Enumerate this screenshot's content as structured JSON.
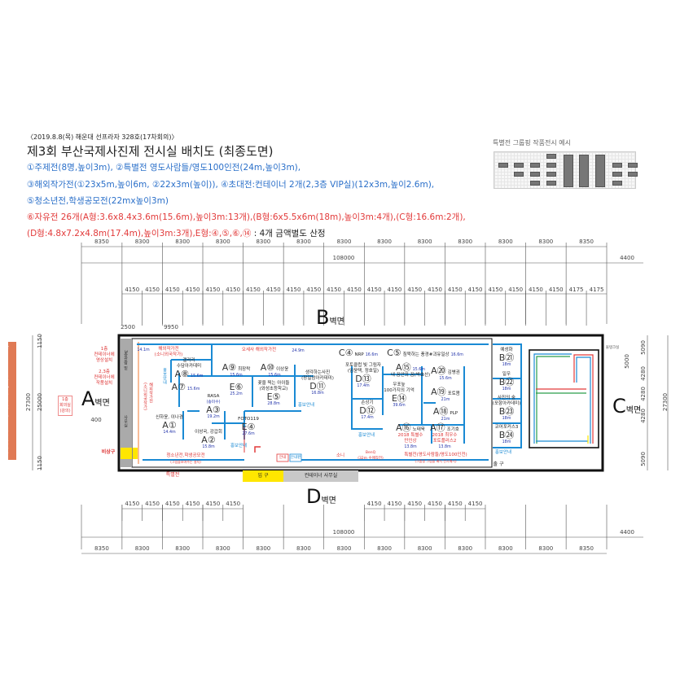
{
  "header": {
    "date": "〈2019.8.8(목) 해운대 선프라자 328호(17차회의)〉",
    "title": "제3회 부산국제사진제 전시실 배치도 (최종도면)",
    "lines": [
      "①주제전(8명,높이3m), ②특별전 영도사람들/영도100인전(24m,높이3m),",
      "③해외작가전(①23x5m,높이6m, ②22x3m(높이)), ④초대전:컨테이너 2개(2,3층 VIP실)(12x3m,높이2.6m),",
      "⑤청소년전,학생공모전(22mx높이3m)"
    ],
    "free_a": "⑥자유전 26개(A형:3.6x8.4x3.6m(15.6m),높이3m:13개),(B형:6x5.5x6m(18m),높이3m:4개),(C형:16.6m:2개),",
    "free_b": "(D형:4.8x7.2x4.8m(17.4m),높이3m:3개),E형:④,⑤,⑥,⑭",
    "free_c": " : 4개 금액별도 산정"
  },
  "thumbnail": {
    "title": "특별전 그룹핑 작품전시 예시"
  },
  "dimensions": {
    "total": "108000",
    "side": "4400",
    "top_row": [
      "8350",
      "8300",
      "8300",
      "8300",
      "8300",
      "8300",
      "8300",
      "8300",
      "8300",
      "8300",
      "8300",
      "8300",
      "8350"
    ],
    "top_sub": [
      "4150",
      "4150",
      "4150",
      "4150",
      "4150",
      "4150",
      "4150",
      "4150",
      "4150",
      "4150",
      "4150",
      "4150",
      "4150",
      "4150",
      "4150",
      "4150",
      "4150",
      "4150",
      "4150",
      "4150",
      "4150",
      "4150",
      "4175",
      "4175"
    ],
    "bottom_sub": [
      "4150",
      "4150",
      "4150",
      "4150",
      "4150",
      "4150",
      "4150",
      "4150",
      "4150",
      "4150",
      "4150",
      "4150"
    ],
    "left": [
      "1150",
      "25000",
      "1150"
    ],
    "left_total": "27300",
    "right": [
      "5090",
      "4280",
      "4280",
      "4280",
      "5090"
    ],
    "right_total": "27300",
    "right_extra": "5000",
    "small_a": "2500",
    "small_b": "9950",
    "small_c": "400"
  },
  "walls": {
    "a": "A",
    "b": "B",
    "c": "C",
    "d": "D",
    "suffix": "벽면"
  },
  "left_notes": {
    "banner": "도로외부 건물 벽면에 노출된 사진(현수막 100m 10조)",
    "meeting": "1층\n회의실\n(강의)",
    "container1": "1층\n컨테이너에\n영상설치",
    "container23": "2,3층\n컨테이너에\n작품설치",
    "viewing": "3층관람 밑",
    "office": "사무실",
    "emergency": "비상구",
    "tank": "물탱크실"
  },
  "booths": [
    {
      "id": "A①",
      "name": "신하윤, 이나겸",
      "len": "14.4m"
    },
    {
      "id": "A②",
      "name": "이성국, 강갑회",
      "len": "15.8m"
    },
    {
      "id": "A③",
      "name": "RASA",
      "sub": "(송미수)",
      "len": "19.2m"
    },
    {
      "id": "A⑦",
      "len": "15.6m"
    },
    {
      "id": "A⑧",
      "name": "갤러리\n수담아카데미",
      "len": "15.6m"
    },
    {
      "id": "A⑨",
      "name": "최장락",
      "len": "15.6m"
    },
    {
      "id": "E⑥",
      "len": "25.2m"
    },
    {
      "id": "A⑩",
      "name": "이상윤",
      "len": "15.6m"
    },
    {
      "id": "E⑤",
      "name": "꽃을 찍는 아이들\n(와성초등학교)",
      "len": "28.8m"
    },
    {
      "id": "D⑪",
      "name": "생각하는사진\n(장일암아카데미)",
      "len": "16.8m"
    },
    {
      "id": "E④",
      "name": "FOTO119",
      "len": "27.6m"
    },
    {
      "id": "C④",
      "name": "NRP",
      "len": "16.6m"
    },
    {
      "id": "C⑤",
      "name": "침묵하는 풍경#괴유일상",
      "len": "16.6m"
    },
    {
      "id": "D⑬",
      "name": "포토클럽 빛 그림자\n(임윤택, 정호일)",
      "len": "17.4m"
    },
    {
      "id": "D⑫",
      "name": "손상기",
      "len": "17.4m"
    },
    {
      "id": "A⑮",
      "name": "내 꿈안의 꿈(박효선)",
      "len": "15.6m"
    },
    {
      "id": "E⑭",
      "name": "우포늪\n100가지의 기억",
      "len": "39.6m"
    },
    {
      "id": "A⑳",
      "name": "김병권",
      "len": "15.6m"
    },
    {
      "id": "A⑲",
      "name": "포토봄",
      "len": "21m"
    },
    {
      "id": "A⑱",
      "name": "PLP",
      "len": "21m"
    },
    {
      "id": "A⑯",
      "name": "노태욱",
      "note": "2018 특별수\n만인상",
      "len": "13.8m"
    },
    {
      "id": "A⑰",
      "name": "조기호",
      "note": "2018 최우수\n포토플러스2",
      "len": "13.8m"
    },
    {
      "id": "B㉑",
      "name": "예성화",
      "len": "18m"
    },
    {
      "id": "B㉒",
      "name": "일우",
      "len": "18m"
    },
    {
      "id": "B㉓",
      "name": "사진의 숲\n(포항아카데미)",
      "len": "18m"
    },
    {
      "id": "B㉔",
      "name": "코어포커스3",
      "len": "18m"
    }
  ],
  "zones": {
    "overseas1": "해외작가전",
    "overseas1_sub": "(소니외국작가)",
    "overseas1_len": "14.1m",
    "overseas2": "오세사 해외작가전",
    "overseas2_len": "24.9m",
    "overseas_vert": "해외작가전\n(소니외국작가)",
    "youth": "청소년전,학생공모전",
    "youth_sub": "(그림을보여주는 설치)",
    "sony": "소니",
    "benq": "BenQ",
    "benq_sub": "(32m 수매작전)",
    "special": "특별전(영도사람들/영도100인전)",
    "special_sub": "(그룹핑 그림을 배치 전시예시)",
    "special_bottom": "특별전",
    "promo": "홍보안내",
    "guide1": "안내",
    "guide2": "안내판",
    "entrance": "입 구",
    "container_office": "컨테이너 사무실",
    "exit": "출 구"
  },
  "colors": {
    "blue": "#1a8ad4",
    "red": "#e23a3a",
    "yellow": "#ffe600",
    "gray": "#b9b9b9",
    "orange": "#e07a55"
  }
}
